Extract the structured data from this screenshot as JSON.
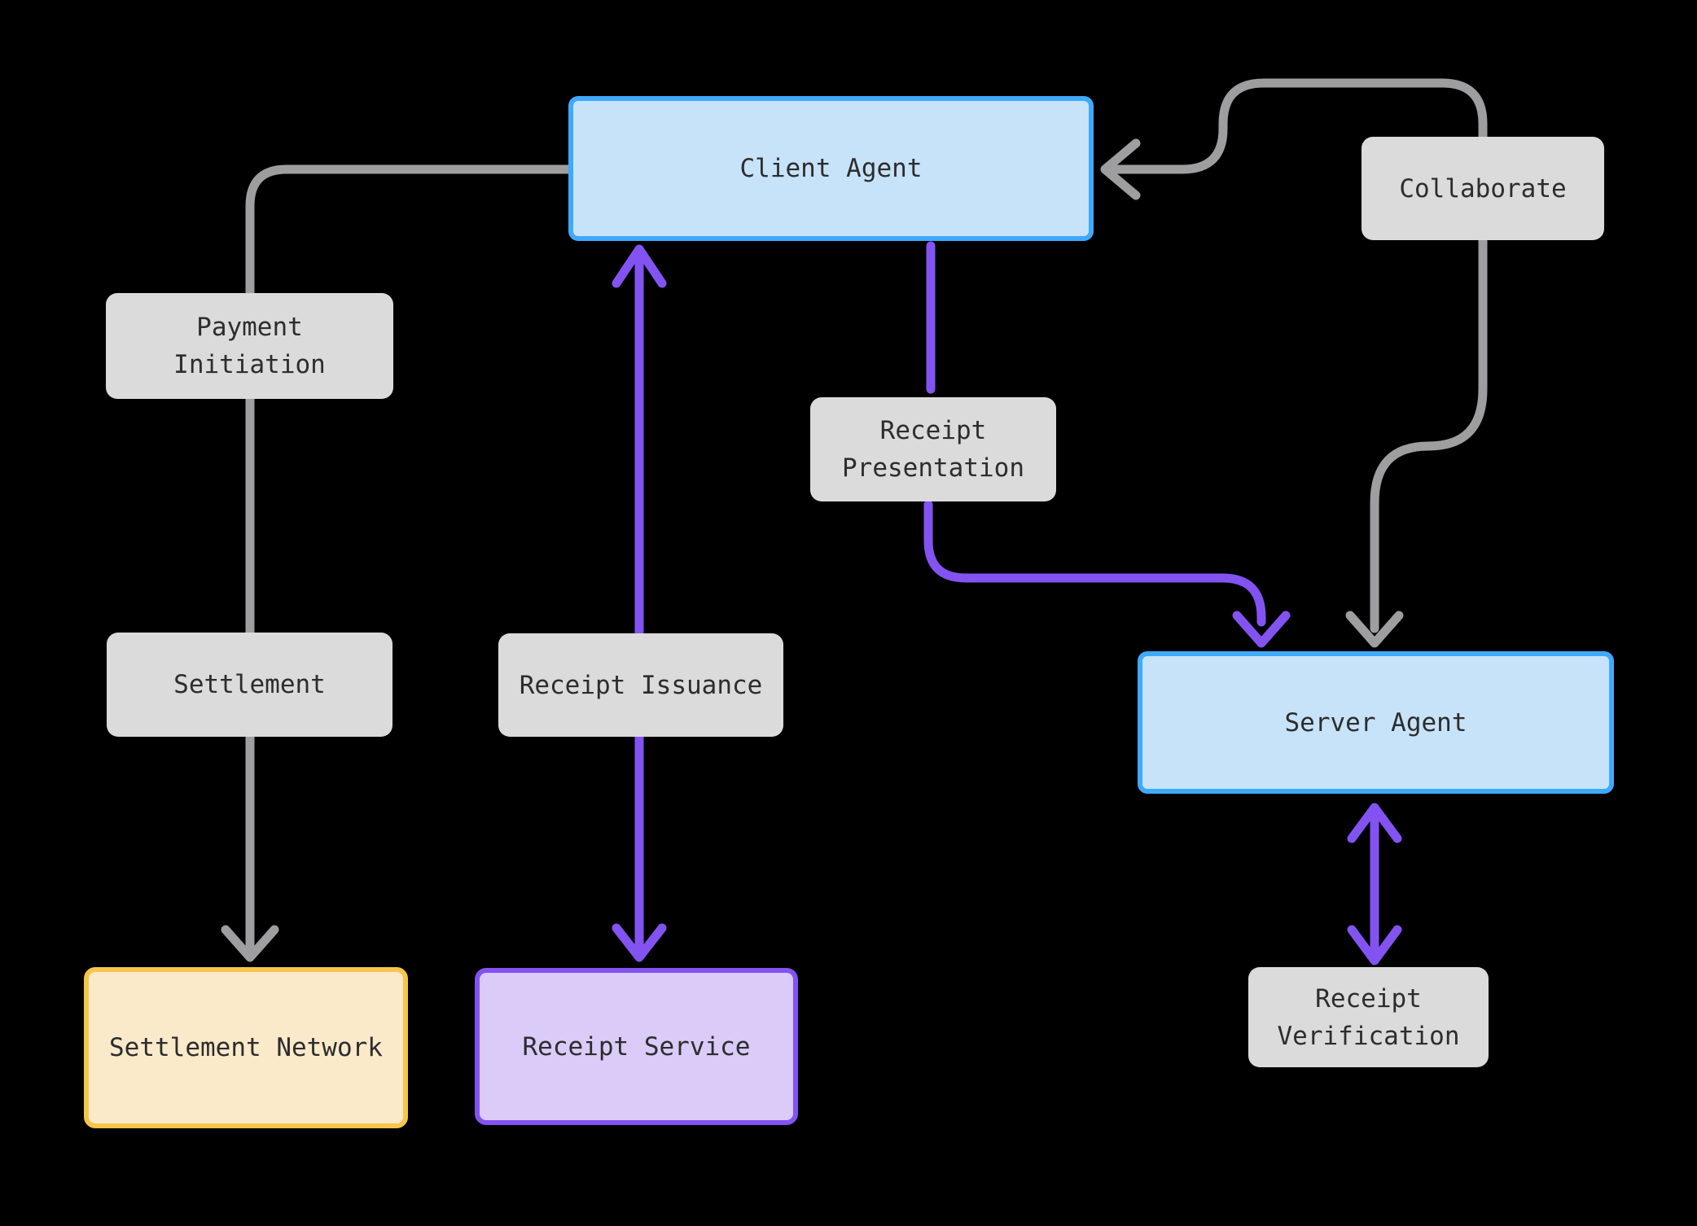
{
  "diagram": {
    "title": "",
    "nodes": {
      "client_agent": {
        "label": "Client Agent",
        "type": "agent"
      },
      "collaborate": {
        "label": "Collaborate",
        "type": "label"
      },
      "payment_initiation": {
        "line1": "Payment",
        "line2": "Initiation",
        "type": "label"
      },
      "receipt_presentation": {
        "line1": "Receipt",
        "line2": "Presentation",
        "type": "label"
      },
      "settlement": {
        "label": "Settlement",
        "type": "label"
      },
      "receipt_issuance": {
        "label": "Receipt Issuance",
        "type": "label"
      },
      "server_agent": {
        "label": "Server Agent",
        "type": "agent"
      },
      "settlement_network": {
        "label": "Settlement Network",
        "type": "network"
      },
      "receipt_service": {
        "label": "Receipt Service",
        "type": "service"
      },
      "receipt_verification": {
        "line1": "Receipt",
        "line2": "Verification",
        "type": "label"
      }
    },
    "edges": [
      {
        "from": "client_agent",
        "to": "settlement_network",
        "via": [
          "payment_initiation",
          "settlement"
        ],
        "color": "gray",
        "arrow": "end"
      },
      {
        "from": "collaborate",
        "to": "client_agent",
        "color": "gray",
        "arrow": "end"
      },
      {
        "from": "collaborate",
        "to": "server_agent",
        "color": "gray",
        "arrow": "end"
      },
      {
        "from": "client_agent",
        "to": "receipt_service",
        "via": [
          "receipt_issuance"
        ],
        "color": "purple",
        "arrow": "both"
      },
      {
        "from": "client_agent",
        "to": "server_agent",
        "via": [
          "receipt_presentation"
        ],
        "color": "purple",
        "arrow": "end"
      },
      {
        "from": "server_agent",
        "to": "receipt_verification",
        "color": "purple",
        "arrow": "both"
      }
    ]
  },
  "colors": {
    "background": "#000000",
    "text": "#2d2d2d",
    "agent_fill": "#c7e3fa",
    "agent_border": "#3fa9fc",
    "label_fill": "#dbdbdb",
    "network_fill": "#faeaca",
    "network_border": "#f6c54b",
    "service_fill": "#dacbf8",
    "service_border": "#8353f2",
    "edge_gray": "#9e9ea0",
    "edge_purple": "#8353f2"
  }
}
